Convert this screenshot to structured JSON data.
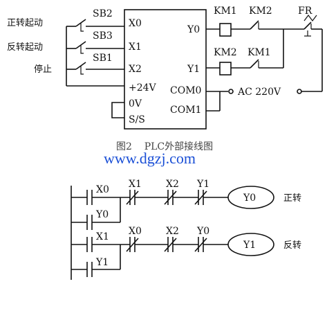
{
  "wiring": {
    "inputs": [
      {
        "label": "正转起动",
        "switch": "SB2",
        "terminal": "X0"
      },
      {
        "label": "反转起动",
        "switch": "SB3",
        "terminal": "X1"
      },
      {
        "label": "停止",
        "switch": "SB1",
        "terminal": "X2"
      }
    ],
    "plc_left": [
      "+24V",
      "0V",
      "S/S"
    ],
    "plc_right": [
      "Y0",
      "Y1",
      "COM0",
      "COM1"
    ],
    "out_row1": {
      "coil": "KM1",
      "contact": "KM2"
    },
    "out_row2": {
      "coil": "KM2",
      "contact": "KM1"
    },
    "overload": "FR",
    "supply": "AC 220V",
    "caption": "图2    PLC外部接线图"
  },
  "watermark": "www.dgzj.com",
  "ladder": {
    "rung1": {
      "start": "X0",
      "hold": "Y0",
      "nc": [
        "X1",
        "X2",
        "Y1"
      ],
      "coil": "Y0",
      "label": "正转"
    },
    "rung2": {
      "start": "X1",
      "hold": "Y1",
      "nc": [
        "X0",
        "X2",
        "Y0"
      ],
      "coil": "Y1",
      "label": "反转"
    }
  }
}
